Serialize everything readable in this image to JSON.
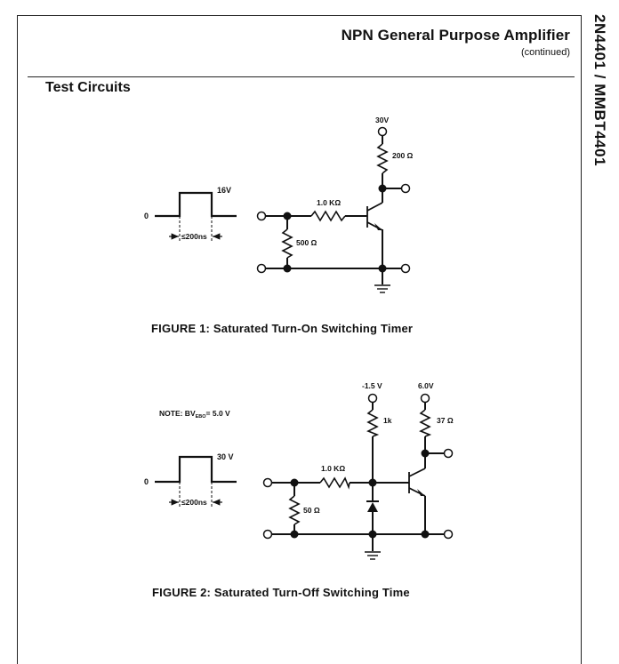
{
  "header": {
    "title": "NPN General Purpose Amplifier",
    "subtitle": "(continued)",
    "side_part_number": "2N4401 / MMBT4401"
  },
  "section": {
    "title": "Test Circuits"
  },
  "figure1": {
    "caption": "FIGURE 1: Saturated Turn-On Switching Timer",
    "pulse": {
      "low_label": "0",
      "high_label": "16V",
      "width_label": "≤200ns"
    },
    "supply_label": "30V",
    "collector_resistor": "200 Ω",
    "base_resistor": "1.0 KΩ",
    "shunt_resistor": "500 Ω"
  },
  "figure2": {
    "caption": "FIGURE 2: Saturated Turn-Off Switching Time",
    "note_prefix": "NOTE: BV",
    "note_subscript": "EBO",
    "note_suffix": "= 5.0 V",
    "pulse": {
      "low_label": "0",
      "high_label": "30 V",
      "width_label": "≤200ns"
    },
    "bias_supply_label": "-1.5 V",
    "collector_supply_label": "6.0V",
    "bias_resistor": "1k",
    "collector_resistor": "37 Ω",
    "base_resistor": "1.0 KΩ",
    "shunt_resistor": "50 Ω"
  }
}
